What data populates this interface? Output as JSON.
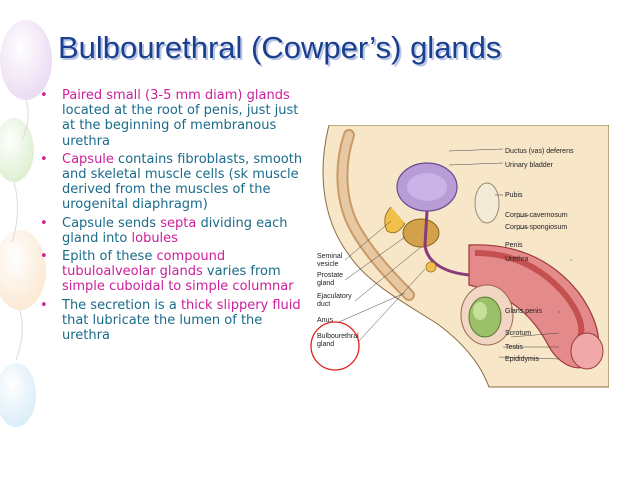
{
  "slide": {
    "title": "Bulbourethral (Cowper’s) glands",
    "bullets": [
      {
        "segments": [
          {
            "text": "Paired small (3-5 mm diam) glands",
            "hl": true
          },
          {
            "text": " located at the root of penis, just just at the beginning of membranous urethra",
            "hl": false
          }
        ]
      },
      {
        "segments": [
          {
            "text": "Capsule",
            "hl": true
          },
          {
            "text": " contains fibroblasts, smooth and skeletal muscle cells (sk muscle derived from the muscles of the urogenital diaphragm)",
            "hl": false
          }
        ]
      },
      {
        "segments": [
          {
            "text": "Capsule sends ",
            "hl": false
          },
          {
            "text": "septa",
            "hl": true
          },
          {
            "text": " dividing each gland into ",
            "hl": false
          },
          {
            "text": "lobules",
            "hl": true
          }
        ]
      },
      {
        "segments": [
          {
            "text": "Epith of these ",
            "hl": false
          },
          {
            "text": "compound tubuloalveolar glands",
            "hl": true
          },
          {
            "text": " varies from ",
            "hl": false
          },
          {
            "text": "simple cuboidal to simple columnar",
            "hl": true
          }
        ]
      },
      {
        "segments": [
          {
            "text": "The secretion is a ",
            "hl": false
          },
          {
            "text": "thick slippery fluid",
            "hl": true
          },
          {
            "text": " that lubricate the lumen of the urethra",
            "hl": false
          }
        ]
      }
    ]
  },
  "figure": {
    "labels_right": [
      "Ductus (vas) deferens",
      "Urinary bladder",
      "Pubis",
      "Corpus cavernosum",
      "Corpus spongiosum",
      "Penis",
      "Urethra",
      "Glans penis",
      "Scrotum",
      "Testis",
      "Epididymis"
    ],
    "labels_left": [
      [
        "Seminal",
        "vesicle"
      ],
      [
        "Prostate",
        "gland"
      ],
      [
        "Ejaculatory",
        "duct"
      ],
      [
        "Anus"
      ],
      [
        "Bulbourethral",
        "gland"
      ]
    ]
  },
  "colors": {
    "title": "#1b3f8f",
    "body_text": "#1a6b8a",
    "highlight": "#cc1f9a",
    "circle": "#e02020"
  }
}
